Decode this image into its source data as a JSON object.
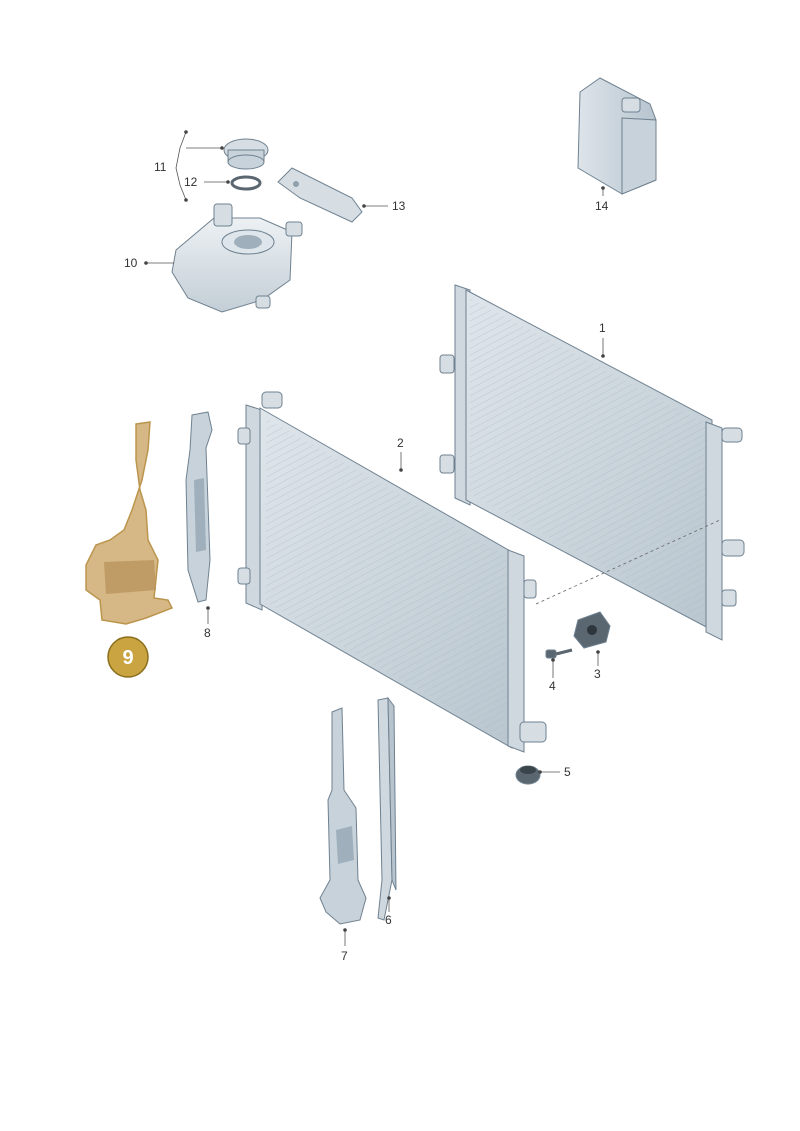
{
  "diagram": {
    "callouts": [
      {
        "id": "1",
        "label": "1"
      },
      {
        "id": "2",
        "label": "2"
      },
      {
        "id": "3",
        "label": "3"
      },
      {
        "id": "4",
        "label": "4"
      },
      {
        "id": "5",
        "label": "5"
      },
      {
        "id": "6",
        "label": "6"
      },
      {
        "id": "7",
        "label": "7"
      },
      {
        "id": "8",
        "label": "8"
      },
      {
        "id": "10",
        "label": "10"
      },
      {
        "id": "11",
        "label": "11"
      },
      {
        "id": "12",
        "label": "12"
      },
      {
        "id": "13",
        "label": "13"
      },
      {
        "id": "14",
        "label": "14"
      }
    ],
    "highlight": {
      "label": "9",
      "fill": "#c9a441",
      "ring": "#8a6f1d"
    },
    "colors": {
      "part_fill": "#e6ecf0",
      "part_shade": "#c7d2da",
      "outline": "#6f8190",
      "highlight_part": "#d2b07a"
    }
  }
}
